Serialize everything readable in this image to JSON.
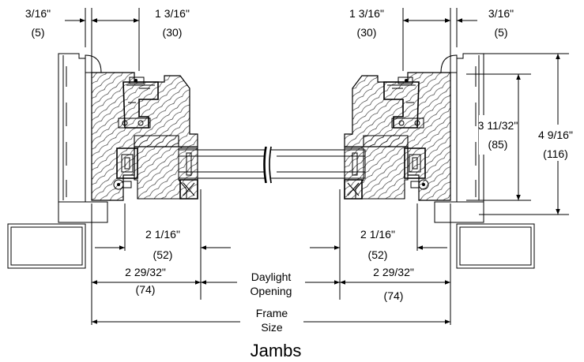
{
  "title": "Jambs",
  "dimensions": {
    "left_top_small": {
      "imperial": "3/16\"",
      "metric": "(5)"
    },
    "left_top_large": {
      "imperial": "1 3/16\"",
      "metric": "(30)"
    },
    "right_top_large": {
      "imperial": "1 3/16\"",
      "metric": "(30)"
    },
    "right_top_small": {
      "imperial": "3/16\"",
      "metric": "(5)"
    },
    "right_inner_height": {
      "imperial": "3 11/32\"",
      "metric": "(85)"
    },
    "right_outer_height": {
      "imperial": "4 9/16\"",
      "metric": "(116)"
    },
    "left_sash": {
      "imperial": "2 1/16\"",
      "metric": "(52)"
    },
    "right_sash": {
      "imperial": "2 1/16\"",
      "metric": "(52)"
    },
    "left_frame": {
      "imperial": "2 29/32\"",
      "metric": "(74)"
    },
    "right_frame": {
      "imperial": "2 29/32\"",
      "metric": "(74)"
    },
    "daylight": {
      "line1": "Daylight",
      "line2": "Opening"
    },
    "frame_size": {
      "line1": "Frame",
      "line2": "Size"
    }
  }
}
